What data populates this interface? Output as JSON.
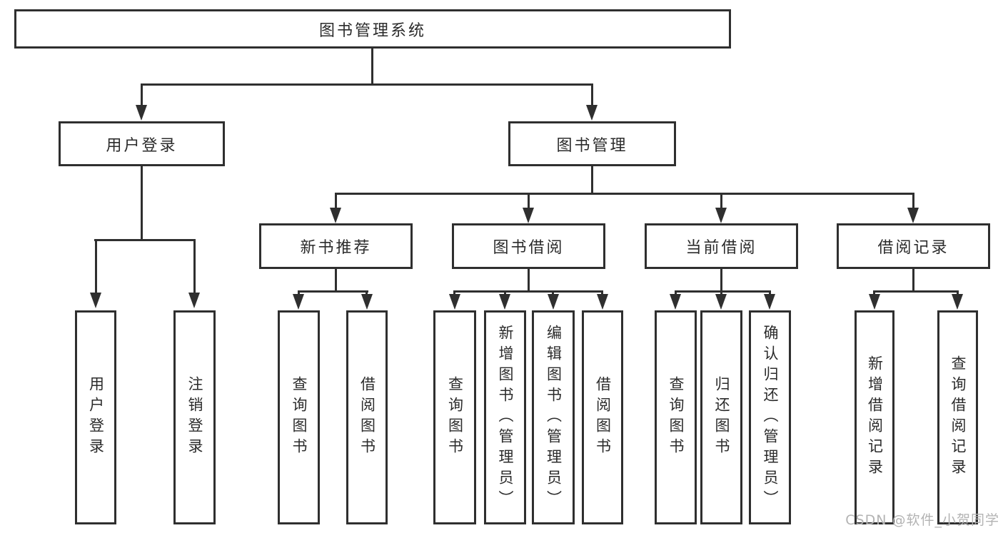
{
  "diagram": {
    "type": "hierarchy-tree",
    "root": {
      "label": "图书管理系统"
    },
    "branches": [
      {
        "label": "用户登录",
        "children": [
          {
            "label": "用户登录"
          },
          {
            "label": "注销登录"
          }
        ]
      },
      {
        "label": "图书管理",
        "children": [
          {
            "label": "新书推荐",
            "children": [
              {
                "label": "查询图书"
              },
              {
                "label": "借阅图书"
              }
            ]
          },
          {
            "label": "图书借阅",
            "children": [
              {
                "label": "查询图书"
              },
              {
                "label": "新增图书（管理员）"
              },
              {
                "label": "编辑图书（管理员）"
              },
              {
                "label": "借阅图书"
              }
            ]
          },
          {
            "label": "当前借阅",
            "children": [
              {
                "label": "查询图书"
              },
              {
                "label": "归还图书"
              },
              {
                "label": "确认归还（管理员）"
              }
            ]
          },
          {
            "label": "借阅记录",
            "children": [
              {
                "label": "新增借阅记录"
              },
              {
                "label": "查询借阅记录"
              }
            ]
          }
        ]
      }
    ]
  },
  "watermark": {
    "text": "CSDN @软件_小贺同学"
  },
  "colors": {
    "line": "#2f2f2f",
    "text": "#2b2b2b",
    "background": "#ffffff",
    "watermark": "#b3b3b3"
  }
}
